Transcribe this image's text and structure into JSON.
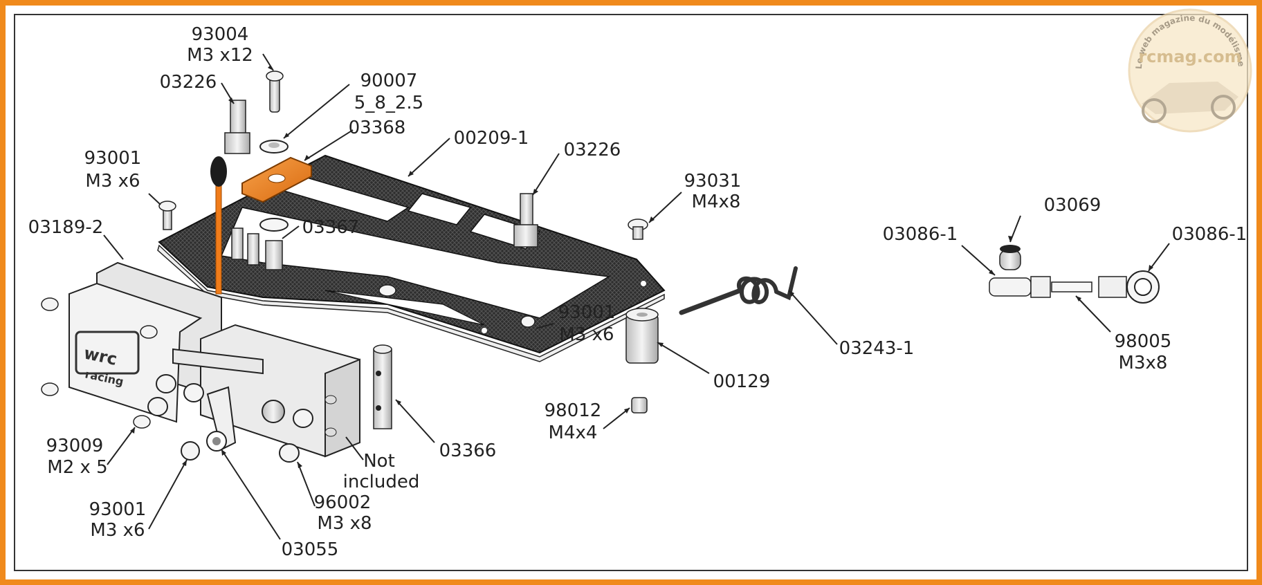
{
  "colors": {
    "border": "#f08a1c",
    "accent": "#f07c1a",
    "carbon": "#2b2b2b",
    "metal": "#dcdcdc"
  },
  "logo": {
    "name": "rcmag.com",
    "tagline": "Le web magazine du modélisme"
  },
  "labels": {
    "p93004": [
      "93004",
      "M3 x12"
    ],
    "p03226a": [
      "03226"
    ],
    "p90007": [
      "90007",
      "5_8_2.5"
    ],
    "p03368": [
      "03368"
    ],
    "p00209": [
      "00209-1"
    ],
    "p03226b": [
      "03226"
    ],
    "p93031": [
      "93031",
      "M4x8"
    ],
    "p93001a": [
      "93001",
      "M3 x6"
    ],
    "p03189": [
      "03189-2"
    ],
    "p03367": [
      "03367"
    ],
    "p03069": [
      "03069"
    ],
    "p03086a": [
      "03086-1"
    ],
    "p03086b": [
      "03086-1"
    ],
    "p93001b": [
      "93001",
      "M3 x6"
    ],
    "p03243": [
      "03243-1"
    ],
    "p00129": [
      "00129"
    ],
    "p98005": [
      "98005",
      "M3x8"
    ],
    "p93009": [
      "93009",
      "M2 x 5"
    ],
    "p98012": [
      "98012",
      "M4x4"
    ],
    "p03366": [
      "03366"
    ],
    "pNot": [
      "Not",
      "included"
    ],
    "p93001c": [
      "93001",
      "M3 x6"
    ],
    "p96002": [
      "96002",
      "M3 x8"
    ],
    "p03055": [
      "03055"
    ]
  }
}
